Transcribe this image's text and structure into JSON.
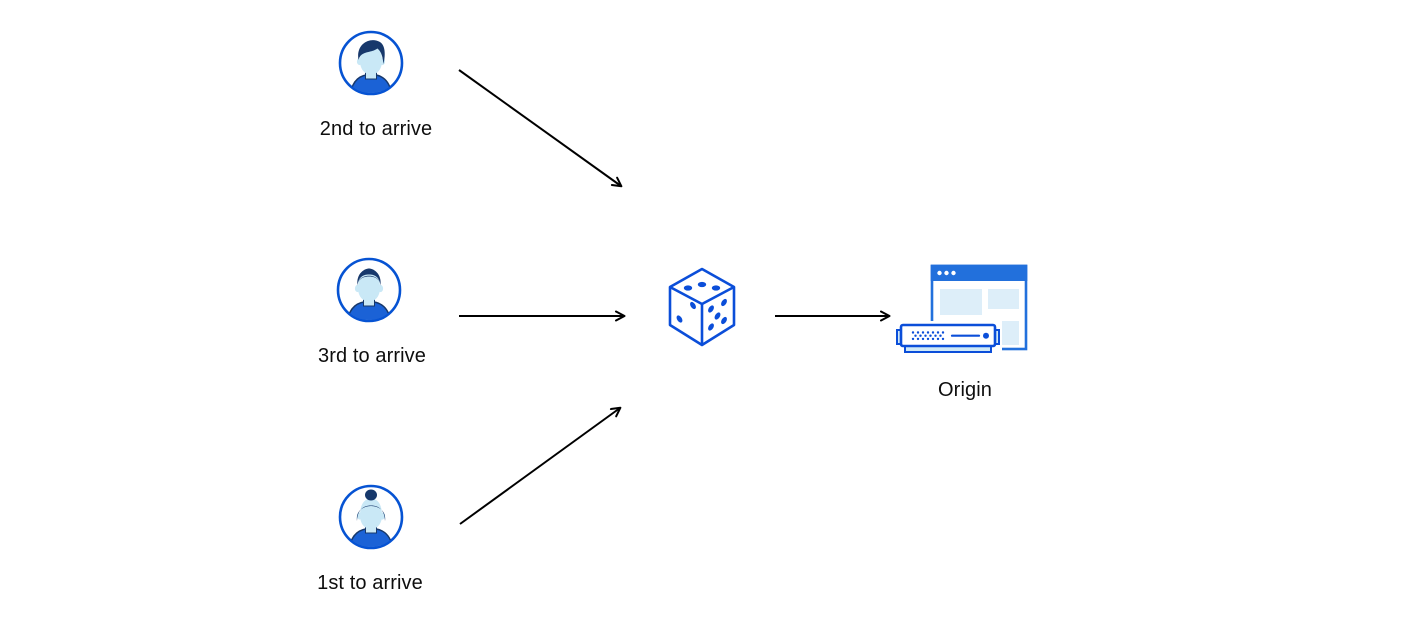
{
  "diagram": {
    "users": [
      {
        "label": "2nd to arrive",
        "icon": "user-avatar-man-swoosh-hair-icon"
      },
      {
        "label": "3rd to arrive",
        "icon": "user-avatar-man-short-hair-icon"
      },
      {
        "label": "1st to arrive",
        "icon": "user-avatar-woman-bun-icon"
      }
    ],
    "randomizer": {
      "icon": "dice-icon"
    },
    "origin": {
      "label": "Origin",
      "icon": "origin-server-browser-icon"
    },
    "colors": {
      "accent_blue": "#0b4ed9",
      "avatar_ring_blue": "#0653d3",
      "navy": "#17386b",
      "face_light_blue": "#c9e8f6",
      "shirt_blue": "#1b62d6",
      "window_blue": "#2270dc",
      "panel_light_blue": "#ddeef9",
      "server_accent_light_blue": "#cfe9f7",
      "arrow_black": "#000000",
      "text_color": "#0e0e0e"
    }
  }
}
